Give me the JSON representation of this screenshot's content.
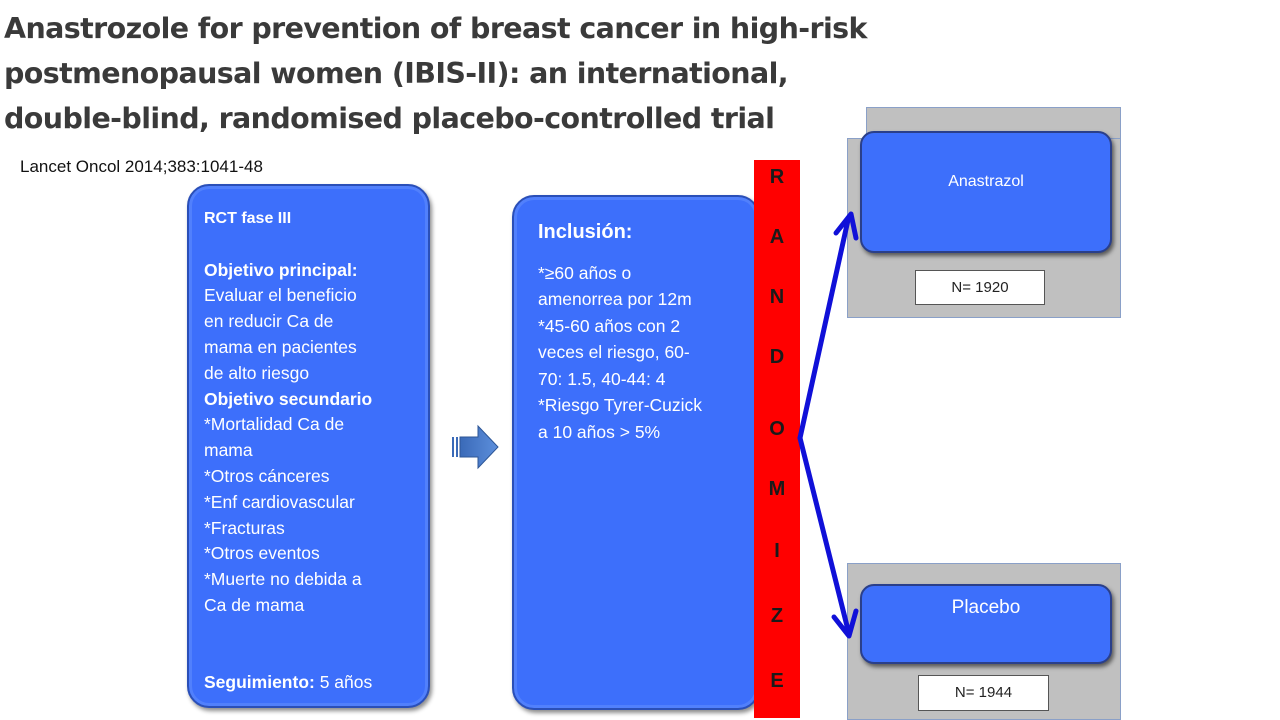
{
  "title": {
    "line1": "Anastrozole for prevention of breast cancer in high-risk",
    "line2": "postmenopausal women (IBIS-II): an international,",
    "line3": "double-blind, randomised placebo-controlled trial"
  },
  "citation": "Lancet Oncol 2014;383:1041-48",
  "objectives_box": {
    "design": "RCT fase III",
    "primary_heading": "Objetivo principal:",
    "primary_lines": [
      "Evaluar el beneficio",
      "en reducir Ca de",
      "mama en pacientes",
      "de alto riesgo"
    ],
    "secondary_heading": "Objetivo secundario",
    "secondary_lines": [
      "*Mortalidad Ca de",
      "mama",
      "*Otros cánceres",
      "*Enf cardiovascular",
      "*Fracturas",
      "*Otros eventos",
      "*Muerte no debida a",
      "Ca de mama"
    ],
    "followup_label": "Seguimiento:",
    "followup_value": " 5 años"
  },
  "inclusion_box": {
    "heading": "Inclusión:",
    "lines": [
      "*≥60 años o",
      "amenorrea por 12m",
      "*45-60 años con 2",
      "veces el riesgo, 60-",
      "70: 1.5, 40-44: 4",
      "*Riesgo Tyrer-Cuzick",
      "a 10 años  > 5%"
    ]
  },
  "randomize_letters": [
    "R",
    "A",
    "N",
    "D",
    "O",
    "M",
    "I",
    "Z",
    "E"
  ],
  "arms": {
    "top": {
      "label": "Anastrazol",
      "n": "N= 1920"
    },
    "bottom": {
      "label": "Placebo",
      "n": "N= 1944"
    }
  },
  "colors": {
    "box_blue": "#3d6ffb",
    "randomize_red": "#ff0000",
    "arrow_blue": "#1010d8",
    "panel_gray": "#c0c0c0"
  },
  "icons": {
    "flow_arrow": "right-arrow-icon",
    "randomization_arrows": "split-arrows-icon"
  }
}
